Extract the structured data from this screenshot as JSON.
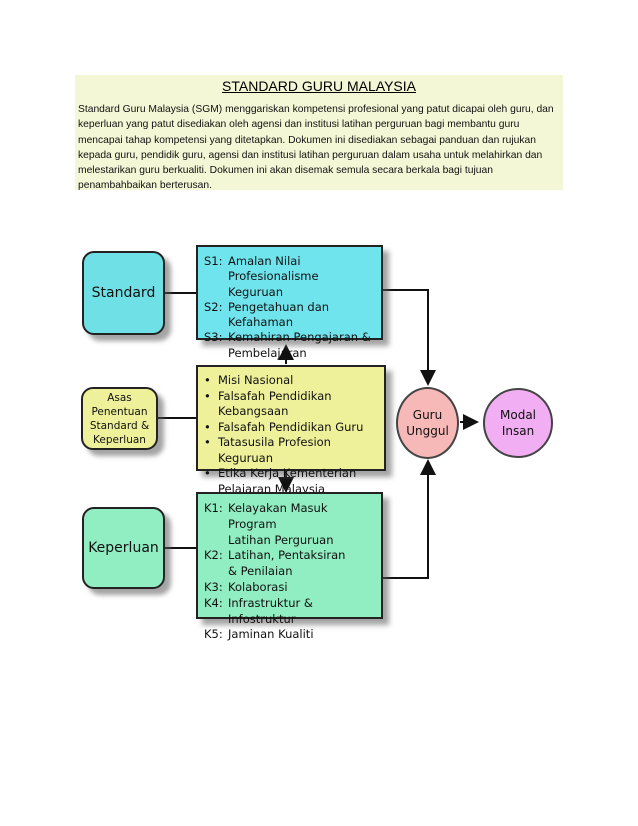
{
  "intro": {
    "title": "STANDARD GURU MALAYSIA",
    "body": "Standard Guru Malaysia (SGM) menggariskan kompetensi profesional yang patut dicapai oleh guru, dan keperluan yang patut disediakan oleh agensi dan institusi latihan perguruan bagi membantu guru mencapai tahap kompetensi yang ditetapkan. Dokumen ini disediakan sebagai panduan dan rujukan kepada guru, pendidik guru, agensi dan institusi latihan perguruan dalam usaha untuk melahirkan dan melestarikan guru berkualiti. Dokumen ini akan disemak semula secara berkala bagi tujuan penambahbaikan berterusan."
  },
  "diagram": {
    "standard_label": "Standard",
    "asas_label": "Asas Penentuan Standard & Keperluan",
    "keperluan_label": "Keperluan",
    "standard_items": [
      {
        "code": "S1:",
        "lines": [
          "Amalan Nilai Profesionalisme",
          "Keguruan"
        ]
      },
      {
        "code": "S2:",
        "lines": [
          "Pengetahuan dan Kefahaman"
        ]
      },
      {
        "code": "S3:",
        "lines": [
          "Kemahiran Pengajaran &",
          "Pembelajaran"
        ]
      }
    ],
    "asas_items": [
      {
        "lines": [
          "Misi Nasional"
        ]
      },
      {
        "lines": [
          "Falsafah Pendidikan Kebangsaan"
        ]
      },
      {
        "lines": [
          "Falsafah Pendidikan Guru"
        ]
      },
      {
        "lines": [
          "Tatasusila Profesion Keguruan"
        ]
      },
      {
        "lines": [
          "Etika Kerja Kementerian",
          "Pelajaran Malaysia"
        ]
      }
    ],
    "keperluan_items": [
      {
        "code": "K1:",
        "lines": [
          "Kelayakan Masuk Program",
          "Latihan Perguruan"
        ]
      },
      {
        "code": "K2:",
        "lines": [
          "Latihan, Pentaksiran",
          "& Penilaian"
        ]
      },
      {
        "code": "K3:",
        "lines": [
          "Kolaborasi"
        ]
      },
      {
        "code": "K4:",
        "lines": [
          "Infrastruktur & Infostruktur"
        ]
      },
      {
        "code": "K5:",
        "lines": [
          "Jaminan Kualiti"
        ]
      }
    ],
    "guru_unggul": "Guru Unggul",
    "modal_insan": "Modal Insan",
    "colors": {
      "cyan": "#6fe4ec",
      "yellow": "#eef19a",
      "green": "#91eec2",
      "guru_circle": "#f7b8b8",
      "modal_circle": "#f2aef2"
    }
  }
}
